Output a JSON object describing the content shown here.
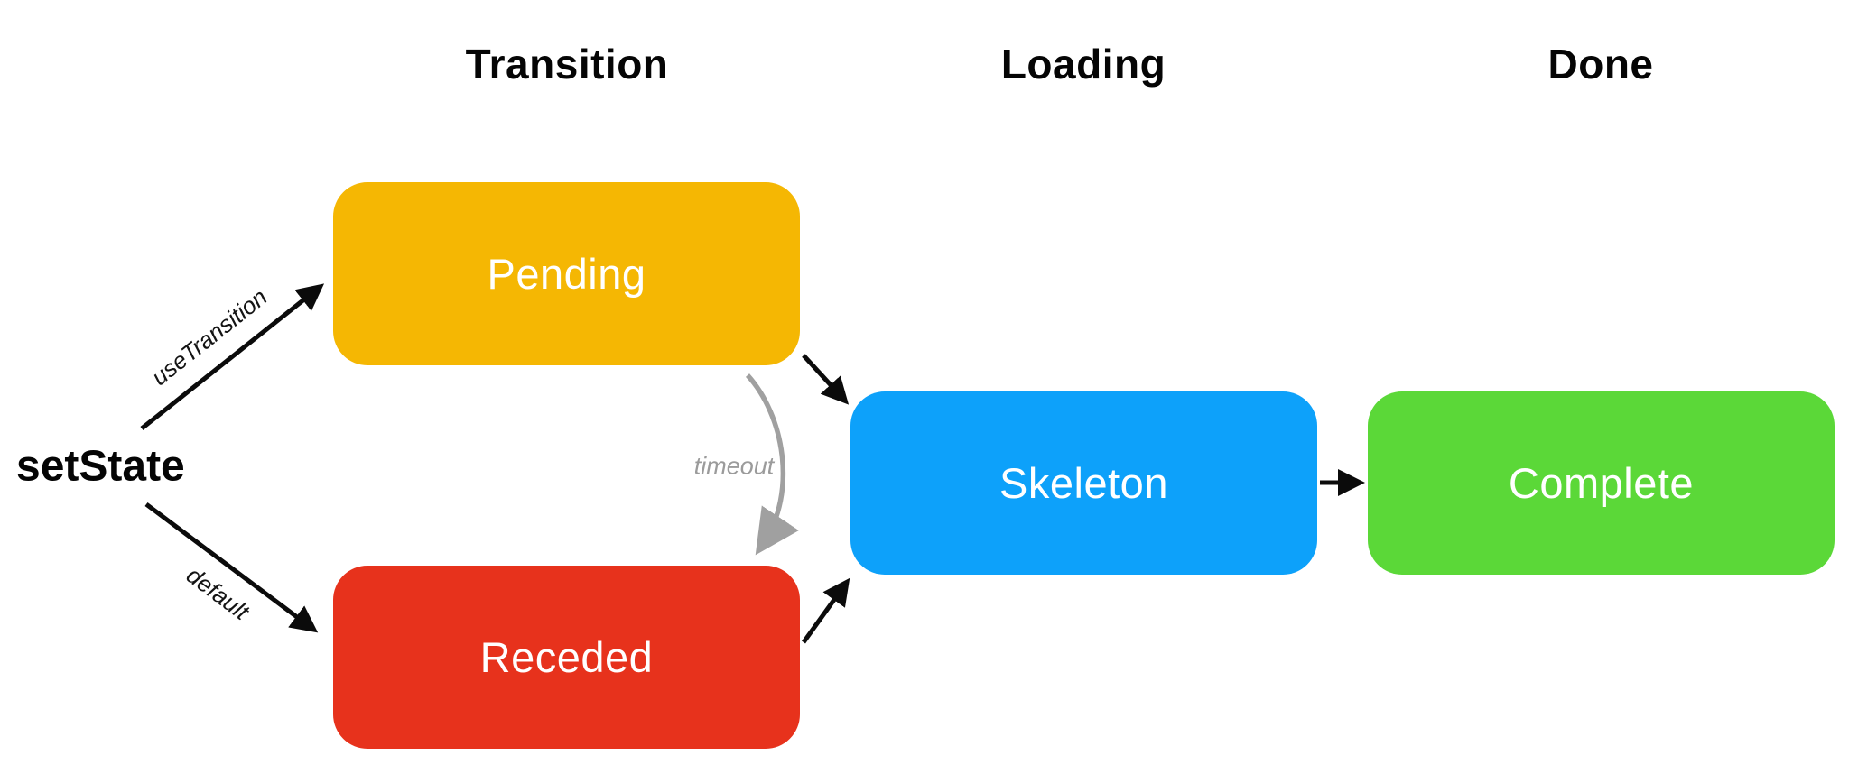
{
  "background": "#ffffff",
  "headers": [
    {
      "id": "transition",
      "label": "Transition"
    },
    {
      "id": "loading",
      "label": "Loading"
    },
    {
      "id": "done",
      "label": "Done"
    }
  ],
  "source_label": "setState",
  "nodes": [
    {
      "id": "pending",
      "label": "Pending",
      "color": "#f5b703",
      "text_color": "#ffffff"
    },
    {
      "id": "receded",
      "label": "Receded",
      "color": "#e7321c",
      "text_color": "#ffffff"
    },
    {
      "id": "skeleton",
      "label": "Skeleton",
      "color": "#0da1fa",
      "text_color": "#ffffff"
    },
    {
      "id": "complete",
      "label": "Complete",
      "color": "#5bd838",
      "text_color": "#ffffff"
    }
  ],
  "edges": [
    {
      "id": "setstate-to-pending",
      "label": "useTransition",
      "color": "#0b0b0b"
    },
    {
      "id": "setstate-to-receded",
      "label": "default",
      "color": "#0b0b0b"
    },
    {
      "id": "pending-to-receded",
      "label": "timeout",
      "color": "#a0a0a0",
      "label_color": "#9b9b9b"
    },
    {
      "id": "pending-to-skeleton",
      "label": "",
      "color": "#0b0b0b"
    },
    {
      "id": "receded-to-skeleton",
      "label": "",
      "color": "#0b0b0b"
    },
    {
      "id": "skeleton-to-complete",
      "label": "",
      "color": "#0b0b0b"
    }
  ]
}
